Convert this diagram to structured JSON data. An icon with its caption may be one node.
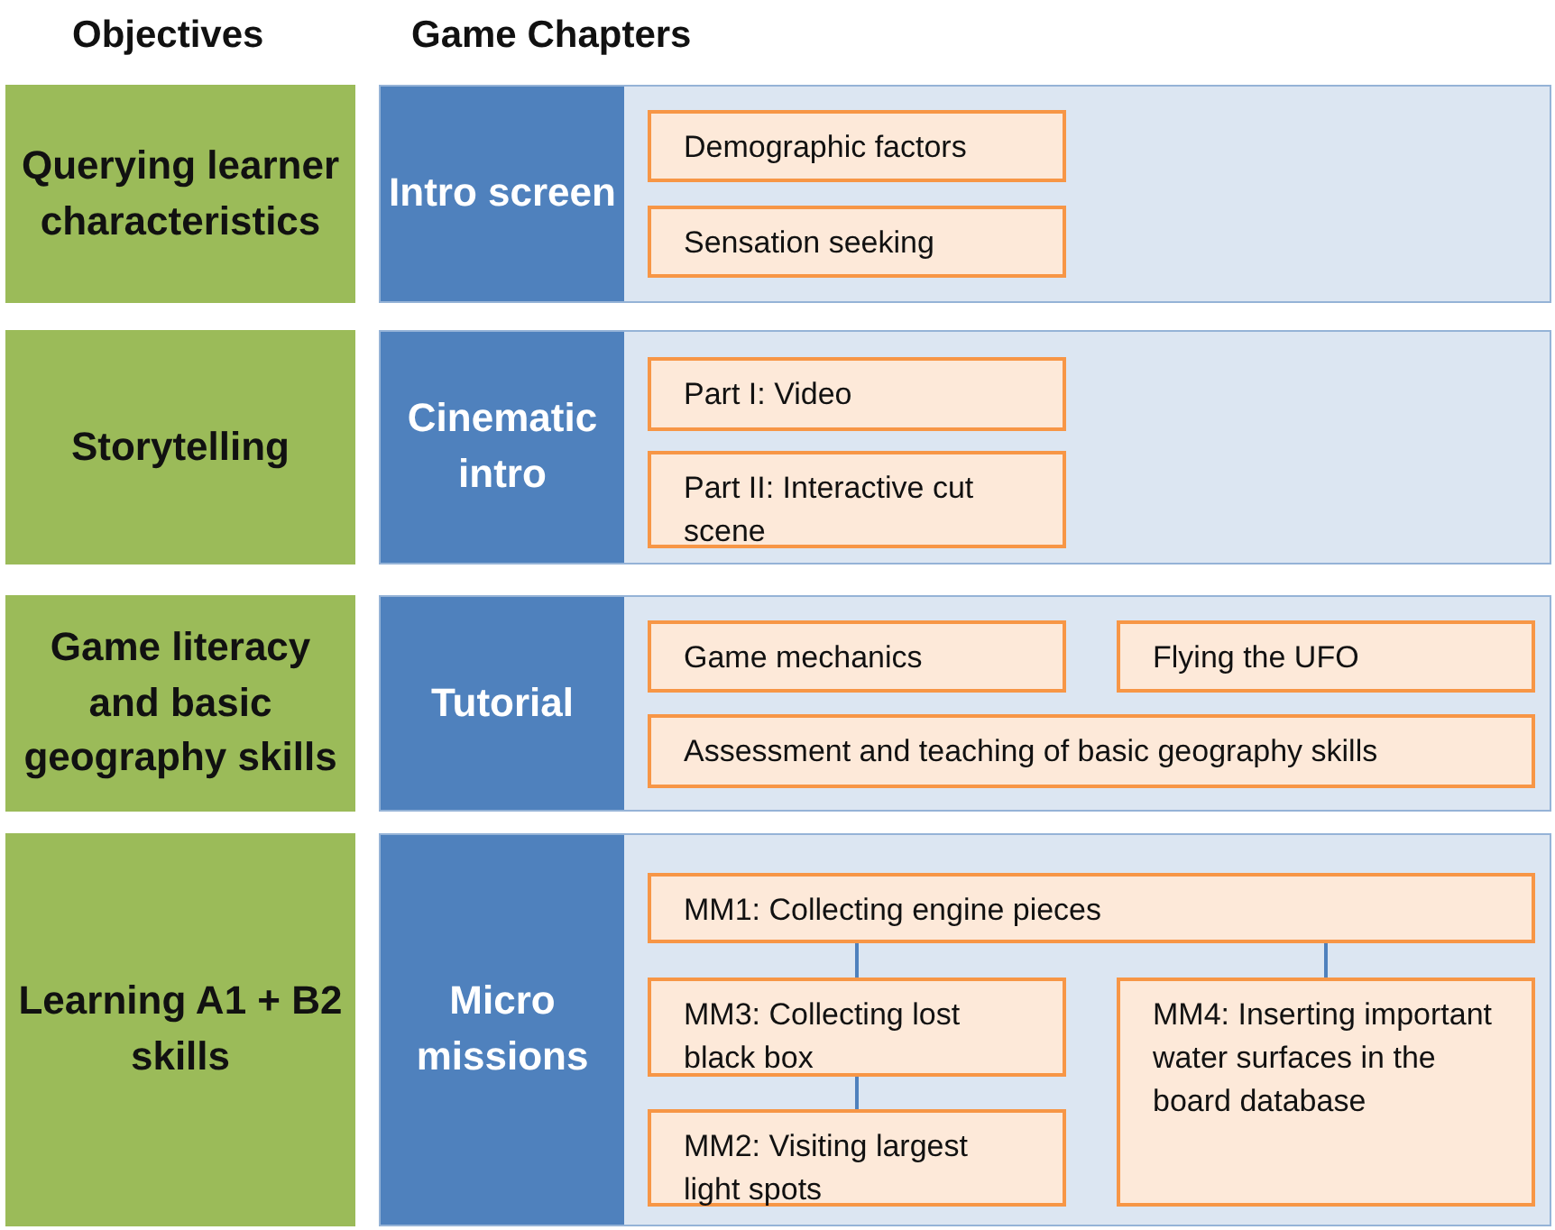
{
  "diagram": {
    "nodes": [
      {
        "text": [
          "Querying learner characteristics"
        ]
      },
      {
        "text": [
          "Intro screen"
        ]
      },
      {
        "text": [
          "Demographic factors"
        ],
        "in": 1
      },
      {
        "text": [
          "Sensation seeking"
        ],
        "in": 1
      },
      {
        "text": [
          "Storytelling"
        ]
      },
      {
        "text": [
          "Cinematic intro"
        ]
      },
      {
        "text": [
          "Part I: Video"
        ],
        "in": 5
      },
      {
        "text": [
          "Part II: Interactive cut scene"
        ],
        "in": 5
      },
      {
        "text": [
          "Game literacy and basic geography skills"
        ]
      },
      {
        "text": [
          "Tutorial"
        ]
      },
      {
        "text": [
          "Game mechanics"
        ],
        "in": 9
      },
      {
        "text": [
          "Flying the UFO"
        ],
        "in": 9
      },
      {
        "text": [
          "Assessment and teaching of basic geography skills"
        ],
        "in": 9
      },
      {
        "text": [
          "Learning A1 + B2 skills"
        ]
      },
      {
        "text": [
          "Micro missions"
        ]
      },
      {
        "text": [
          "MM1: Collecting engine pieces"
        ],
        "in": 14
      },
      {
        "text": [
          "MM3: Collecting lost black box"
        ],
        "in": 14
      },
      {
        "text": [
          "MM4: Inserting important water surfaces in the board database"
        ],
        "in": 14
      },
      {
        "text": [
          "MM2: Visiting largest light spots"
        ],
        "in": 14
      }
    ],
    "edges": [
      {
        "from": 15,
        "to": 16,
        "arrow": "none"
      },
      {
        "from": 15,
        "to": 17,
        "arrow": "none"
      },
      {
        "from": 16,
        "to": 18,
        "arrow": "none"
      }
    ],
    "labels": [
      "Objectives",
      "Game Chapters"
    ]
  }
}
